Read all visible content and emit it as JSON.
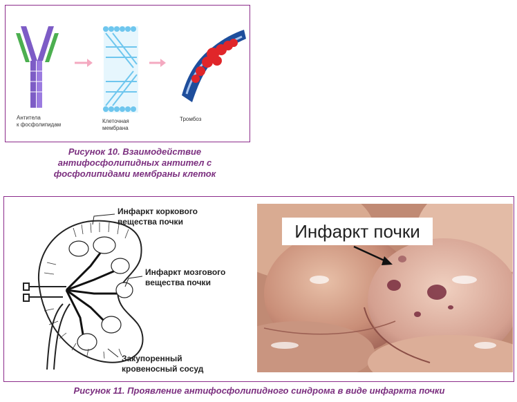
{
  "figure10": {
    "labels": {
      "antibody": "Антитела\nк фосфолипидам",
      "membrane": "Клеточная\nмембрана",
      "thrombosis": "Тромбоз"
    },
    "caption": "Рисунок 10. Взаимодействие антифосфолипидных антител с фосфолипидами мембраны клеток"
  },
  "figure11": {
    "labels": {
      "cortex": "Инфаркт коркового\nвещества почки",
      "medulla": "Инфаркт мозгового\nвещества почки",
      "vessel": "Закупоренный\nкровеносный сосуд"
    },
    "photo_label": "Инфаркт почки",
    "caption": "Рисунок 11. Проявление антифосфолипидного синдрома в виде инфаркта почки"
  },
  "colors": {
    "frame": "#8b2a8a",
    "caption": "#7b2f7f",
    "arrow": "#f4a9c0",
    "antibody_purple": "#7d5cc6",
    "antibody_green": "#4caf50",
    "membrane_blue": "#6ec6ee",
    "vessel_blue": "#1e4e9c",
    "blood_red": "#e0262a"
  }
}
